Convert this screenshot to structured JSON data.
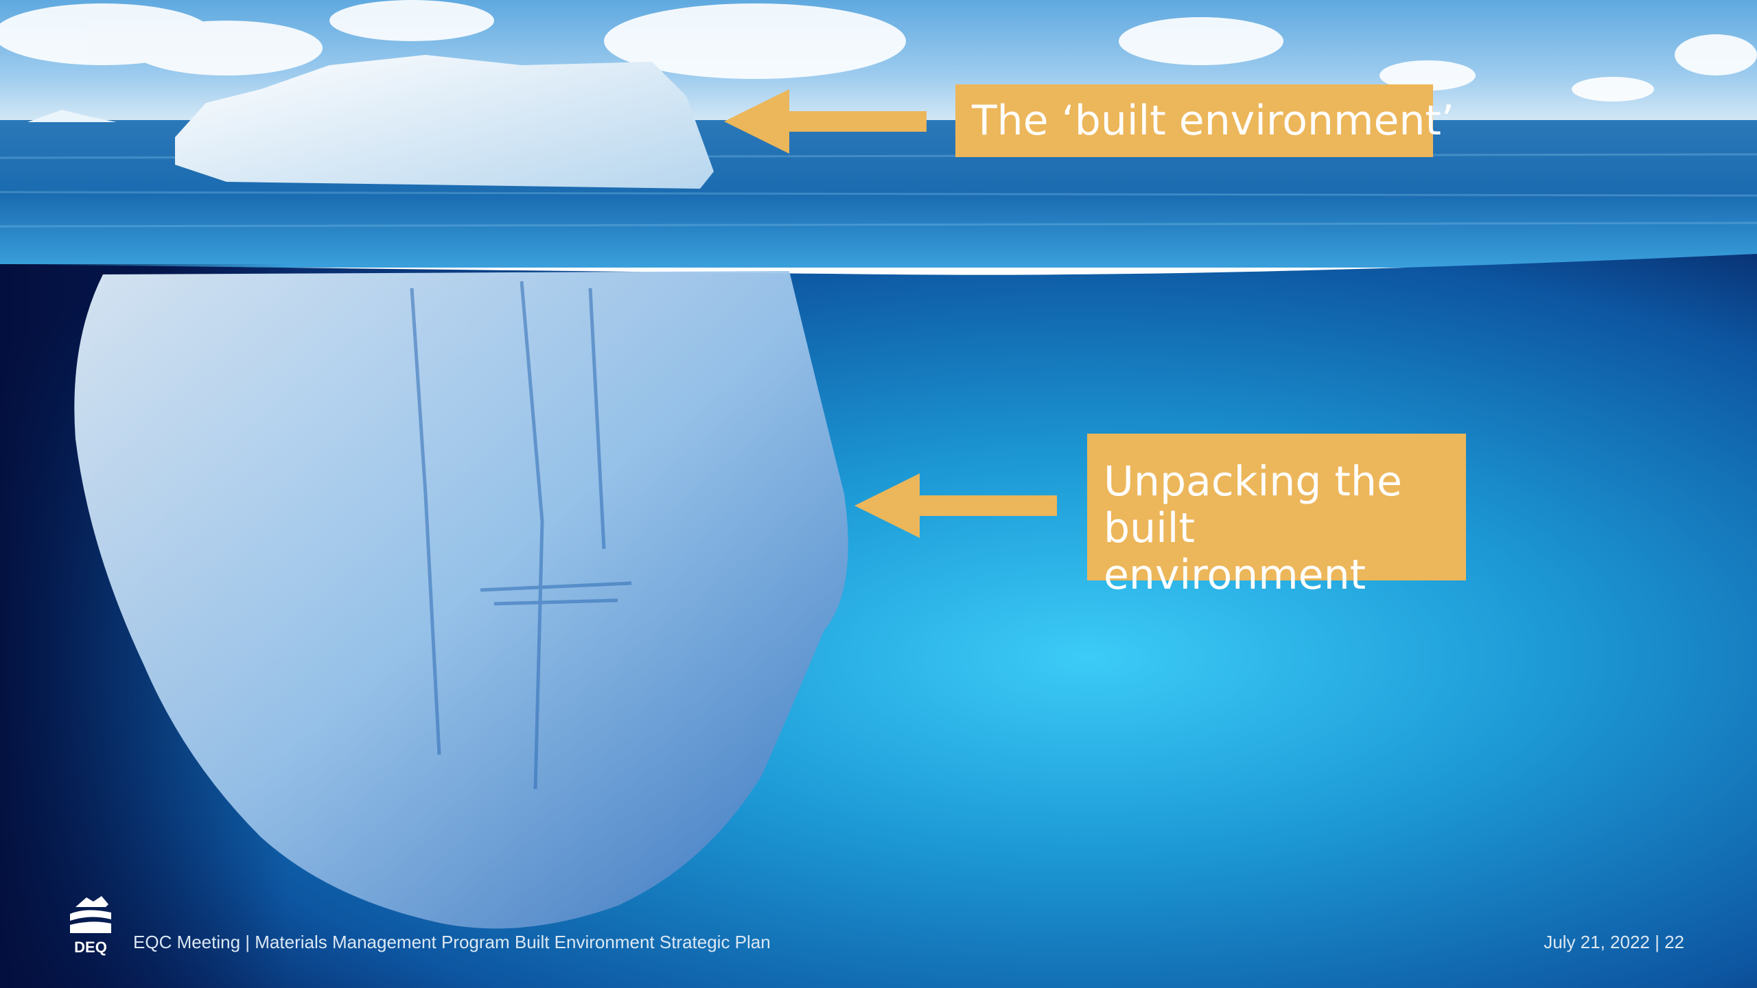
{
  "colors": {
    "callout_fill": "#ecb65a",
    "arrow_fill": "#ecb65a",
    "text_white": "#ffffff",
    "deep_water": "#081a55",
    "mid_water": "#1b8fd0",
    "light_water": "#3cc8f5",
    "sky": "#6bb6e6"
  },
  "callouts": {
    "top_label": "The ‘built environment’",
    "bottom_label": "Unpacking the built environment"
  },
  "icons": {
    "logo": "deq-logo",
    "arrow": "left-arrow-icon"
  },
  "footer": {
    "logo_text": "DEQ",
    "meeting_text": "EQC Meeting | Materials Management Program Built Environment Strategic Plan",
    "date_page": "July 21, 2022 | 22"
  }
}
